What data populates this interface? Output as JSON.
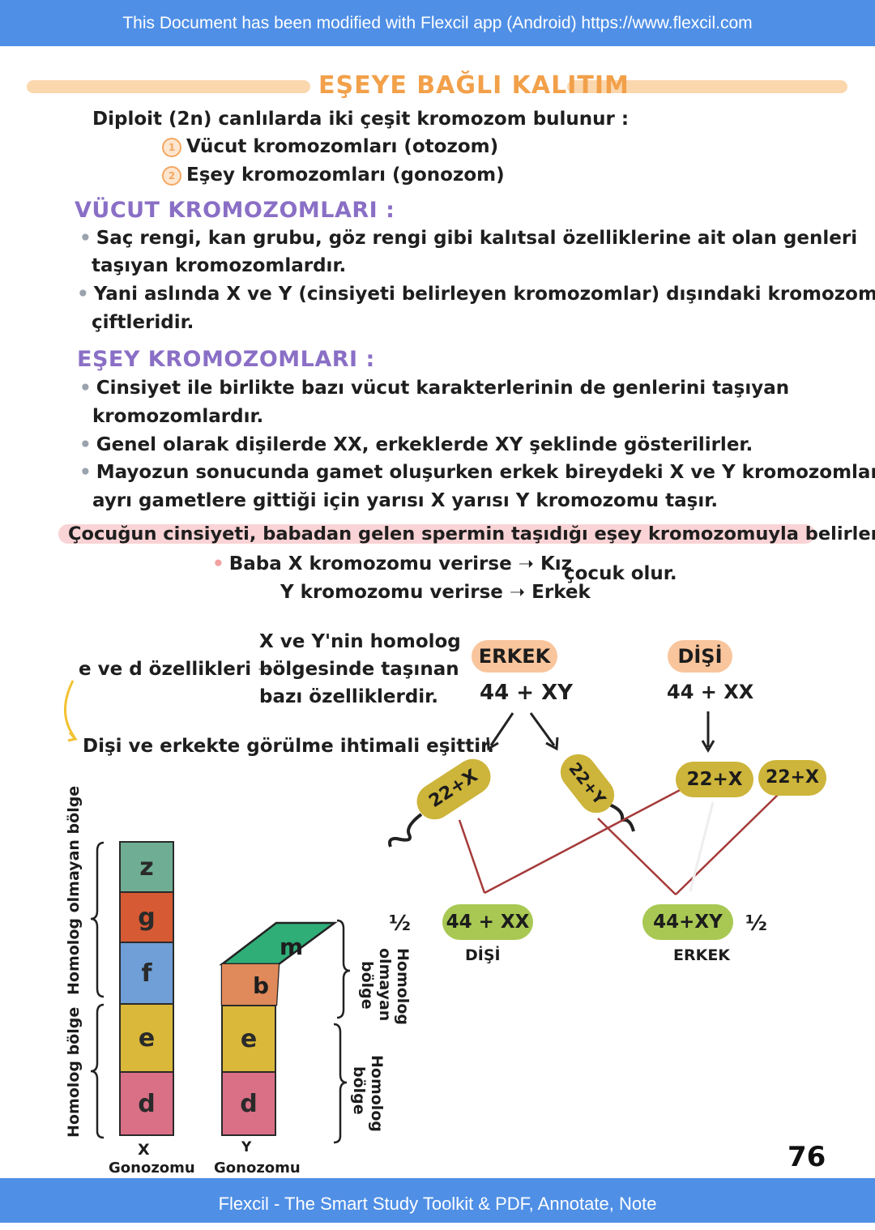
{
  "banner_top": "This Document has been modified with Flexcil app (Android) https://www.flexcil.com",
  "banner_bottom": "Flexcil - The Smart Study Toolkit & PDF, Annotate, Note",
  "title": "EŞEYE BAĞLI KALITIM",
  "intro": {
    "line": "Diploit (2n) canlılarda iki çeşit kromozom bulunur :",
    "item1_num": "1",
    "item1": "Vücut kromozomları (otozom)",
    "item2_num": "2",
    "item2": "Eşey kromozomları (gonozom)"
  },
  "vucut": {
    "heading": "VÜCUT KROMOZOMLARI :",
    "b1a": "Saç rengi, kan grubu, göz rengi gibi kalıtsal özelliklerine ait olan genleri",
    "b1b": "taşıyan kromozomlardır.",
    "b2a": "Yani aslında X ve Y (cinsiyeti belirleyen kromozomlar) dışındaki kromozom",
    "b2b": "çiftleridir."
  },
  "esey": {
    "heading": "EŞEY KROMOZOMLARI :",
    "b1a": "Cinsiyet ile birlikte bazı vücut karakterlerinin de genlerini taşıyan",
    "b1b": "kromozomlardır.",
    "b2": "Genel olarak dişilerde XX, erkeklerde XY şeklinde gösterilirler.",
    "b3a": "Mayozun sonucunda gamet oluşurken erkek bireydeki  X ve Y kromozomları",
    "b3b": "ayrı gametlere gittiği için yarısı X yarısı Y kromozomu taşır."
  },
  "highlight": "Çocuğun cinsiyeti, babadan gelen spermin taşıdığı eşey kromozomuyla belirlenir.",
  "baba": {
    "l1": "Baba  X kromozomu verirse ➝ Kız",
    "l2": "Y kromozomu verirse ➝ Erkek",
    "suffix": "çocuk olur."
  },
  "ed": {
    "label": "e ve d özellikleri ➝",
    "l1": "X ve Y'nin homolog",
    "l2": "bölgesinde taşınan",
    "l3": "bazı özelliklerdir.",
    "note": "Dişi ve erkekte görülme ihtimali eşittir."
  },
  "cross": {
    "erkek": "ERKEK",
    "erkek_geno": "44 + XY",
    "disi": "DİŞİ",
    "disi_geno": "44 + XX",
    "g1": "22+X",
    "g2": "22+Y",
    "g3": "22+X",
    "g4": "22+X",
    "o1": "44 + XX",
    "o1_label": "DİŞİ",
    "o1_ratio": "½",
    "o2": "44+XY",
    "o2_label": "ERKEK",
    "o2_ratio": "½"
  },
  "chrom": {
    "x_genes": [
      "z",
      "g",
      "f",
      "e",
      "d"
    ],
    "y_genes": [
      "m",
      "b",
      "e",
      "d"
    ],
    "x_nonhom": "Homolog olmayan bölge",
    "x_hom": "Homolog bölge",
    "y_nonhom_1": "Homolog",
    "y_nonhom_2": "olmayan",
    "y_nonhom_3": "bölge",
    "y_hom_1": "Homolog",
    "y_hom_2": "bölge",
    "x_name": "X",
    "y_name": "Y",
    "gonozomu": "Gonozomu"
  },
  "colors": {
    "z": "#6fae94",
    "g": "#d65a33",
    "f": "#6f9fd6",
    "e": "#d9b83a",
    "d": "#d97086",
    "m": "#2fae78",
    "b": "#e0895a",
    "gamete": "#cdb43a",
    "offspring": "#a8c853",
    "parent_pill": "#f9c59c",
    "line": "#a53a3a"
  },
  "page_number": "76"
}
